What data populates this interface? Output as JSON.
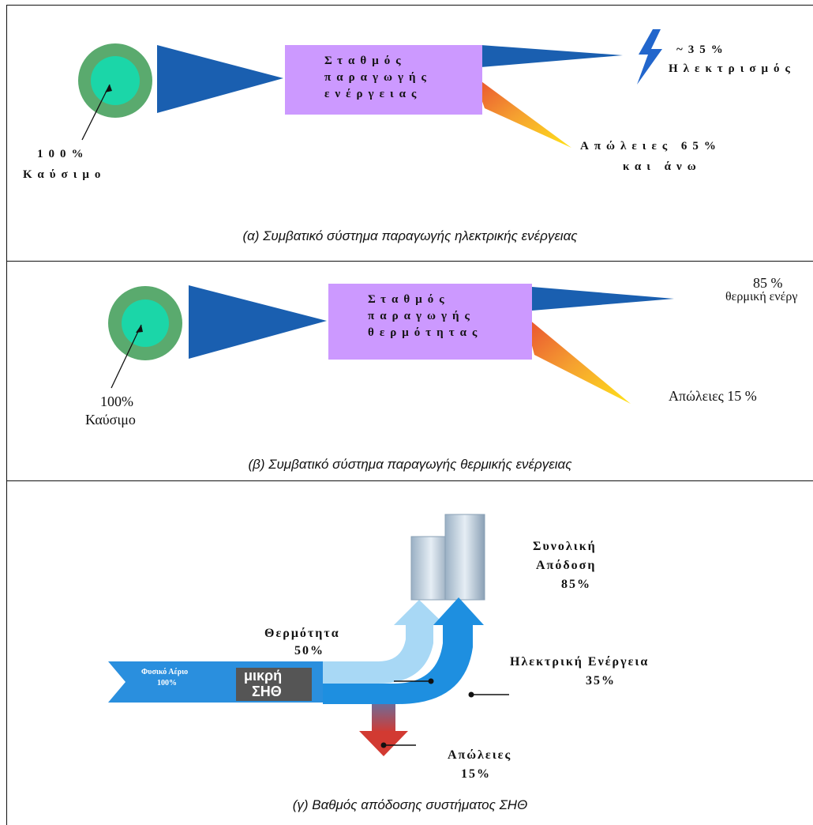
{
  "panel_a": {
    "station_lines": [
      "Σταθμός",
      "παραγωγής",
      "ενέργειας"
    ],
    "fuel_pct": "100%",
    "fuel_label": "Καύσιμο",
    "electricity_pct": "~35%",
    "electricity_label": "Ηλεκτρισμός",
    "losses_line1": "Απώλειες 65%",
    "losses_line2": "και άνω",
    "caption": "(α) Συμβατικό σύστημα παραγωγής ηλεκτρικής ενέργειας"
  },
  "panel_b": {
    "station_lines": [
      "Σταθμός",
      "παραγωγής",
      "θερμότητας"
    ],
    "fuel_pct": "100%",
    "fuel_label": "Καύσιμο",
    "thermal_pct": "85 %",
    "thermal_label": "θερμική ενέργ",
    "losses": "Απώλειες 15 %",
    "caption": "(β) Συμβατικό σύστημα παραγωγής θερμικής ενέργειας"
  },
  "panel_c": {
    "gas_label": "Φυσικό Αέριο",
    "gas_pct": "100%",
    "chp_line1": "μικρή",
    "chp_line2": "ΣΗΘ",
    "heat_label": "Θερμότητα",
    "heat_pct": "50%",
    "elec_label": "Ηλεκτρική Ενέργεια",
    "elec_pct": "35%",
    "total_line1": "Συνολική",
    "total_line2": "Απόδοση",
    "total_pct": "85%",
    "losses_label": "Απώλειες",
    "losses_pct": "15%",
    "caption": "(γ) Βαθμός απόδοσης συστήματος ΣΗΘ"
  },
  "colors": {
    "circle_outer": "#5aaa6e",
    "circle_inner": "#1bd6a8",
    "cone": "#1a5fb0",
    "station_box": "#cc99ff",
    "lightning": "#2266cc",
    "loss_gradient_start": "#e84a30",
    "loss_gradient_end": "#ffe21a",
    "arrow_light": "#a8d8f5",
    "arrow_dark": "#1e8fe0",
    "arrow_loss": "#d23a32"
  }
}
